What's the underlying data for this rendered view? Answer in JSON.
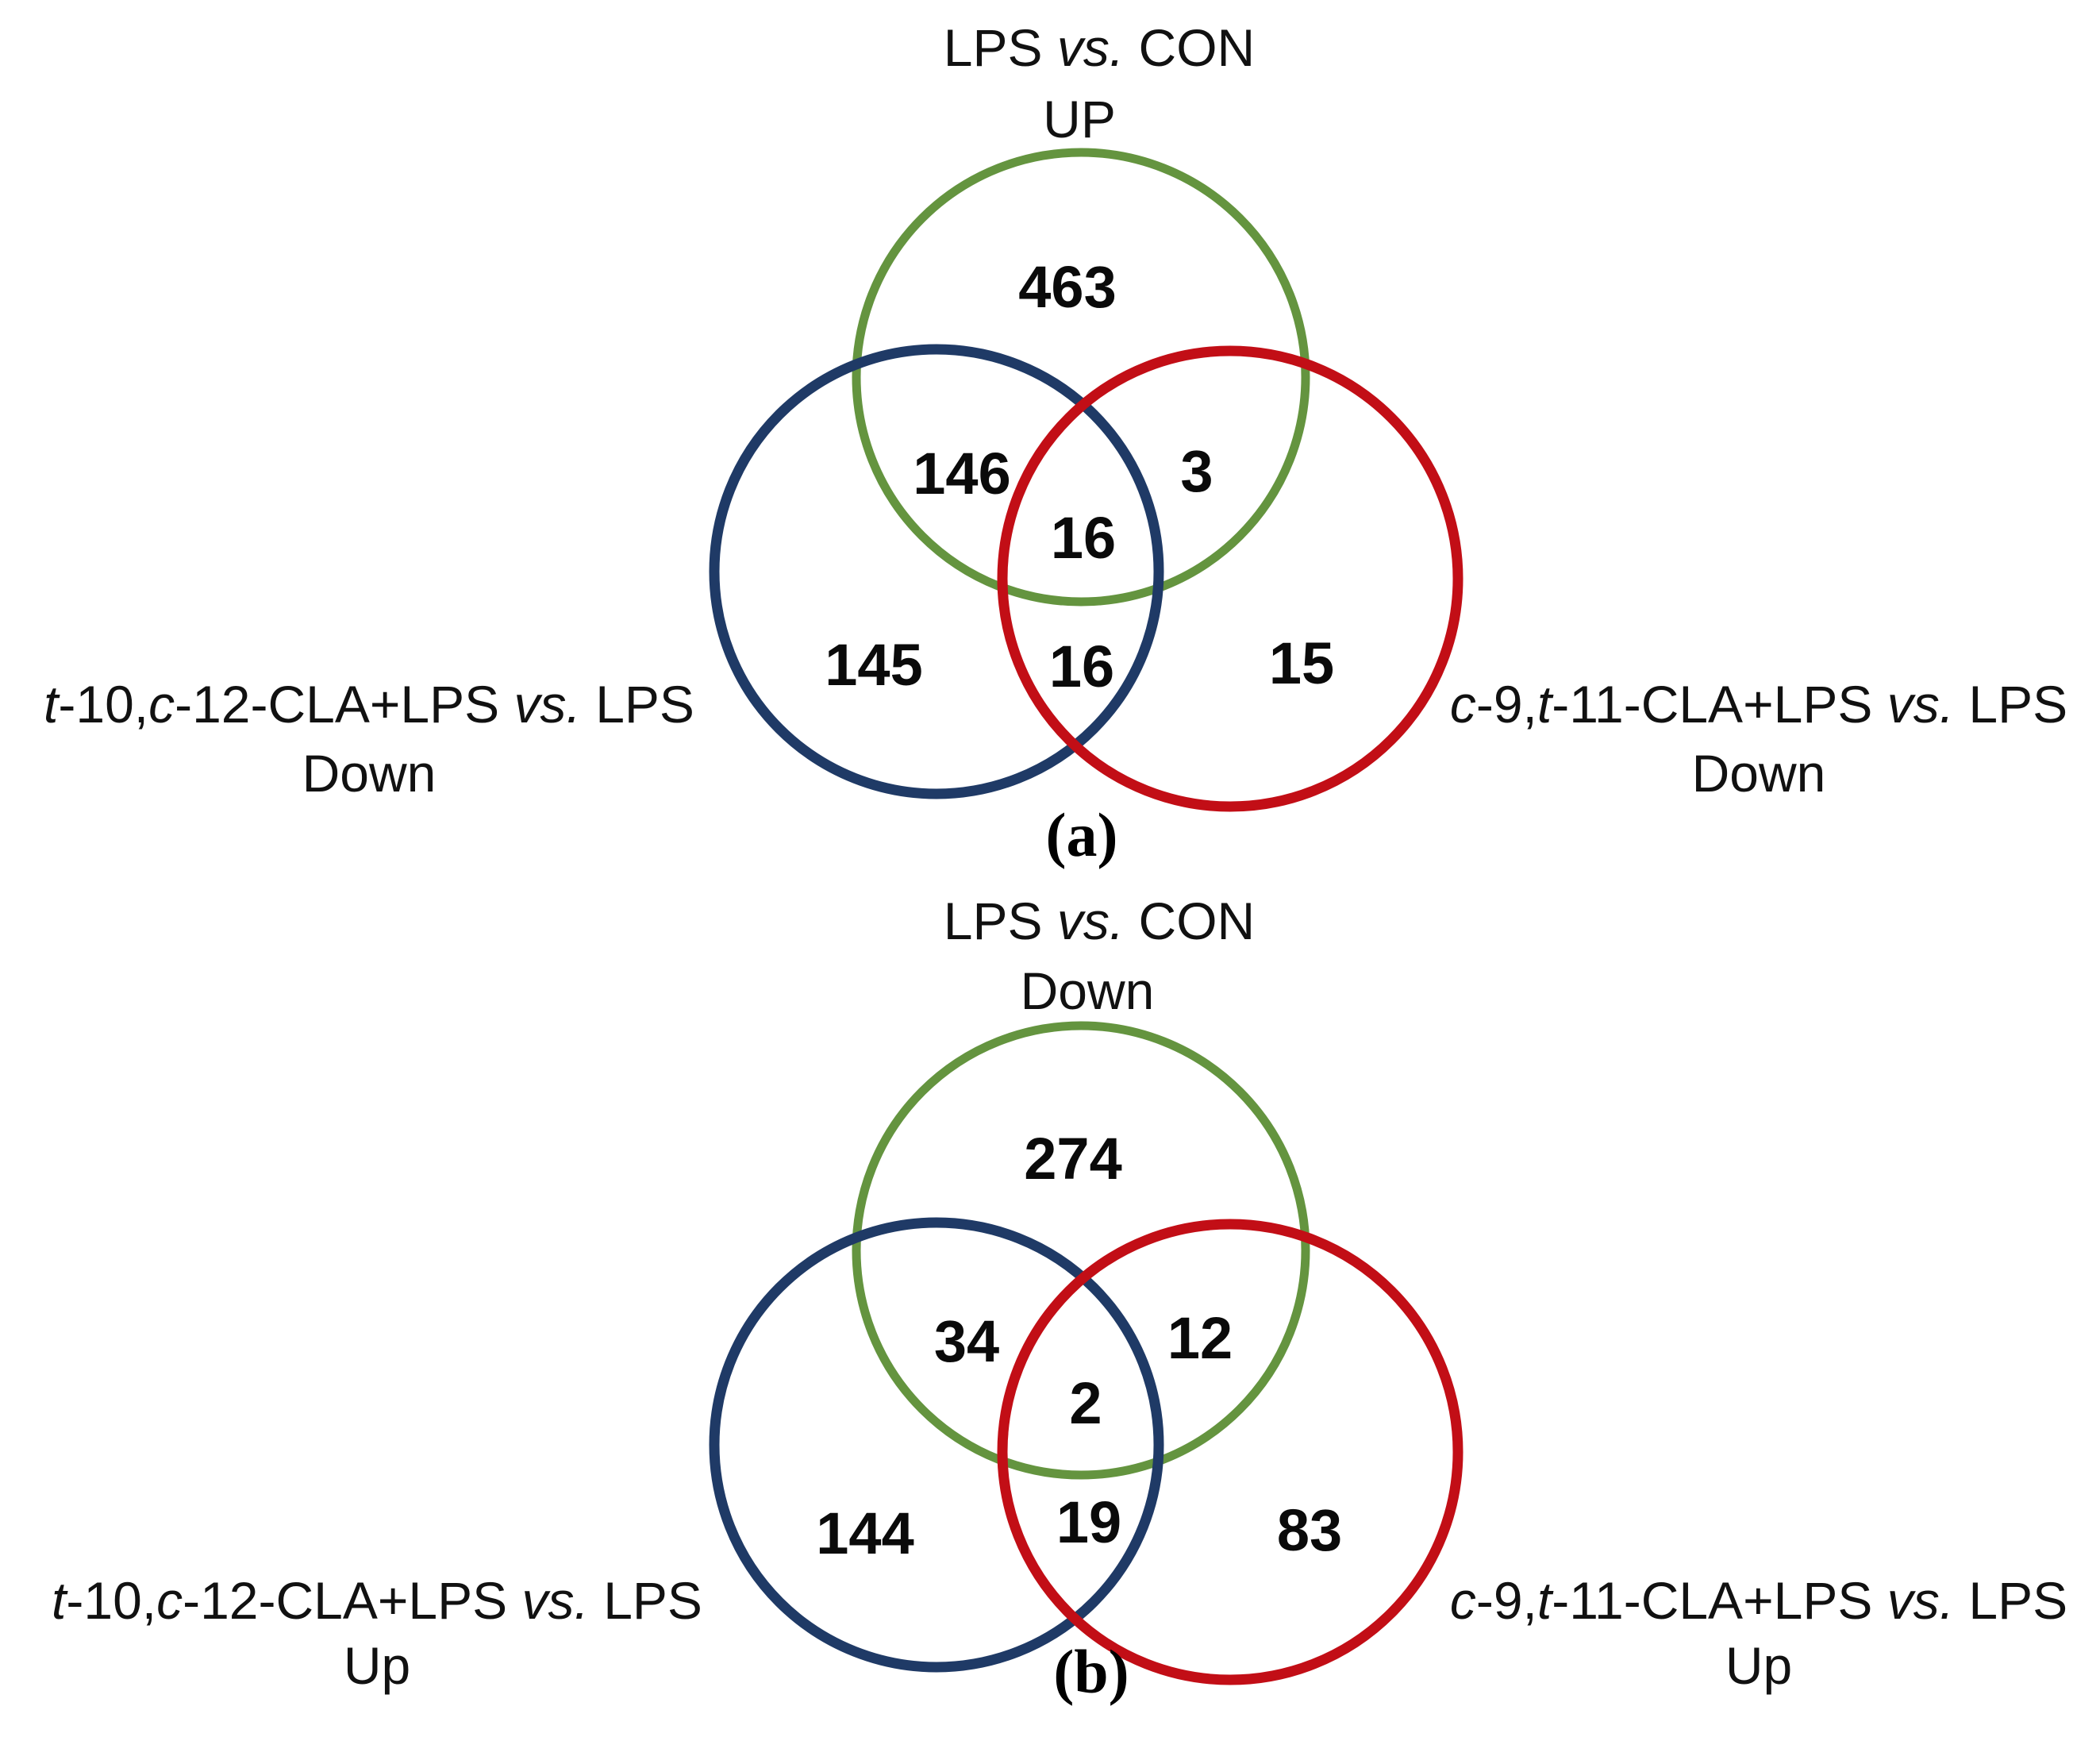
{
  "figure": {
    "colors": {
      "top_circle": "#64943F",
      "left_circle": "#1F3A66",
      "right_circle": "#C20E16"
    },
    "panels": [
      {
        "caption": "(a)",
        "top": {
          "title": [
            {
              "t": "LPS ",
              "i": false
            },
            {
              "t": "vs.",
              "i": true
            },
            {
              "t": " CON",
              "i": false
            }
          ],
          "direction": "UP"
        },
        "left": {
          "title": [
            {
              "t": "t",
              "i": true
            },
            {
              "t": "-10,",
              "i": false
            },
            {
              "t": "c",
              "i": true
            },
            {
              "t": "-12-CLA+LPS ",
              "i": false
            },
            {
              "t": "vs.",
              "i": true
            },
            {
              "t": " LPS",
              "i": false
            }
          ],
          "direction": "Down"
        },
        "right": {
          "title": [
            {
              "t": "c",
              "i": true
            },
            {
              "t": "-9,",
              "i": false
            },
            {
              "t": "t",
              "i": true
            },
            {
              "t": "-11-CLA+LPS ",
              "i": false
            },
            {
              "t": "vs.",
              "i": true
            },
            {
              "t": " LPS",
              "i": false
            }
          ],
          "direction": "Down"
        },
        "counts": {
          "top_only": "463",
          "top_left": "146",
          "top_right": "3",
          "all_three": "16",
          "left_only": "145",
          "left_right": "16",
          "right_only": "15"
        }
      },
      {
        "caption": "(b)",
        "top": {
          "title": [
            {
              "t": "LPS ",
              "i": false
            },
            {
              "t": "vs.",
              "i": true
            },
            {
              "t": " CON",
              "i": false
            }
          ],
          "direction": "Down"
        },
        "left": {
          "title": [
            {
              "t": "t",
              "i": true
            },
            {
              "t": "-10,",
              "i": false
            },
            {
              "t": "c",
              "i": true
            },
            {
              "t": "-12-CLA+LPS ",
              "i": false
            },
            {
              "t": "vs.",
              "i": true
            },
            {
              "t": " LPS",
              "i": false
            }
          ],
          "direction": "Up"
        },
        "right": {
          "title": [
            {
              "t": "c",
              "i": true
            },
            {
              "t": "-9,",
              "i": false
            },
            {
              "t": "t",
              "i": true
            },
            {
              "t": "-11-CLA+LPS ",
              "i": false
            },
            {
              "t": "vs.",
              "i": true
            },
            {
              "t": " LPS",
              "i": false
            }
          ],
          "direction": "Up"
        },
        "counts": {
          "top_only": "274",
          "top_left": "34",
          "top_right": "12",
          "all_three": "2",
          "left_only": "144",
          "left_right": "19",
          "right_only": "83"
        }
      }
    ]
  }
}
